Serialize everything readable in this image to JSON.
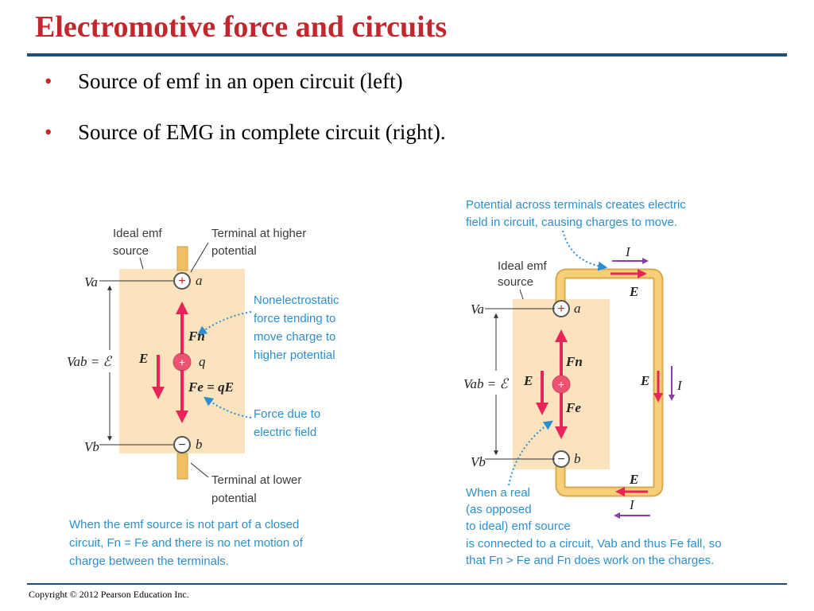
{
  "slide": {
    "title": "Electromotive force and circuits",
    "bullets": [
      "Source of emf in an open circuit (left)",
      "Source of EMG in complete circuit (right)."
    ],
    "footer": "Copyright © 2012 Pearson Education Inc."
  },
  "left_figure": {
    "ideal_emf_1": "Ideal emf",
    "ideal_emf_2": "source",
    "terminal_high_1": "Terminal at higher",
    "terminal_high_2": "potential",
    "nonelectro_1": "Nonelectrostatic",
    "nonelectro_2": "force tending to",
    "nonelectro_3": "move charge to",
    "nonelectro_4": "higher potential",
    "force_due_1": "Force due to",
    "force_due_2": "electric field",
    "terminal_low_1": "Terminal at lower",
    "terminal_low_2": "potential",
    "caption_1": "When the emf source is not part of a closed",
    "caption_2": "circuit, Fn = Fe and there is no net motion of",
    "caption_3": "charge between the terminals.",
    "va": "Va",
    "vb": "Vb",
    "vab": "Vab = ℰ",
    "a": "a",
    "b": "b",
    "q": "q",
    "E": "E",
    "Fn": "Fn",
    "Fe_eq": "Fe = qE"
  },
  "right_figure": {
    "top_caption_1": "Potential across terminals creates electric",
    "top_caption_2": "field in circuit, causing charges to move.",
    "ideal_emf_1": "Ideal emf",
    "ideal_emf_2": "source",
    "when_1": "When a real",
    "when_2": "(as opposed",
    "when_3": "to ideal) emf source",
    "when_4": "is connected to a circuit, Vab and thus Fe fall, so",
    "when_5": "that Fn > Fe and Fn does work on the charges.",
    "va": "Va",
    "vb": "Vb",
    "vab": "Vab = ℰ",
    "a": "a",
    "b": "b",
    "I": "I",
    "E": "E",
    "Fn": "Fn",
    "Fe": "Fe"
  },
  "colors": {
    "title": "#c0282d",
    "rule": "#1d4e7e",
    "source_fill": "#fbe3bd",
    "wire": "#f2c060",
    "arrow_red": "#e8245a",
    "arrow_purple": "#8a3fa8",
    "caption_blue": "#2c8fd0"
  }
}
